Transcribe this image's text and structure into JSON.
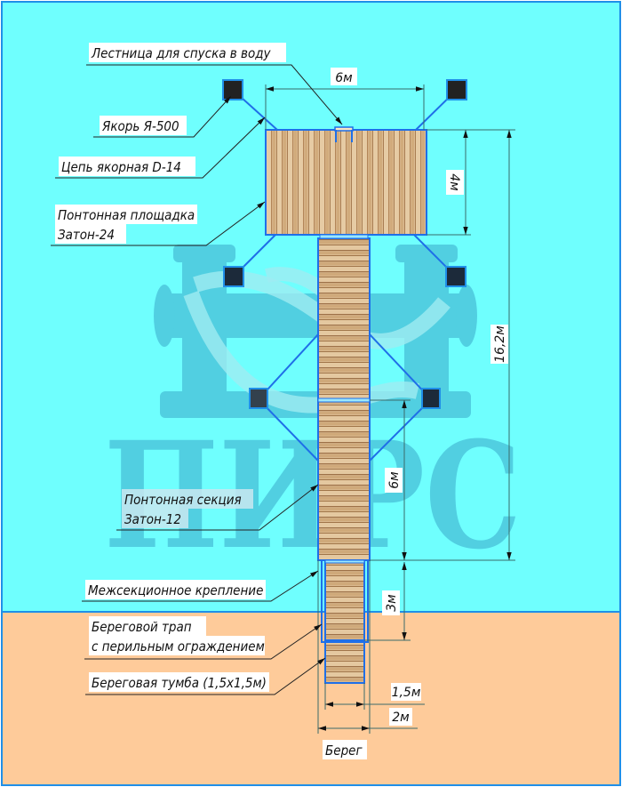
{
  "diagram": {
    "title": "Pier layout plan",
    "colors": {
      "water": "#6ffffe",
      "shore": "#fecb9a",
      "outline": "#1f6fe8",
      "anchor": "#222222",
      "watermark": "#4cc7dd",
      "dimension_line": "#3a6b6b",
      "wood_light": "#e2c39a",
      "wood_dark": "#b98d5e"
    },
    "watermark": {
      "text": "ПИРС",
      "icon": "bollard-with-rope-icon"
    },
    "callouts": {
      "ladder": "Лестница для спуска в воду",
      "anchor": "Якорь Я-500",
      "chain": "Цепь якорная D-14",
      "platform_line1": "Понтонная площадка",
      "platform_line2": "Затон-24",
      "section_line1": "Понтонная секция",
      "section_line2": "Затон-12",
      "joint": "Межсекционное крепление",
      "gangway_line1": "Береговой трап",
      "gangway_line2": "с перильным ограждением",
      "bollard": "Береговая тумба (1,5х1,5м)",
      "shore": "Берег"
    },
    "dimensions": {
      "platform_width": "6м",
      "platform_length": "4м",
      "total_length": "16,2м",
      "section_length": "6м",
      "gangway_length": "3м",
      "bollard_width": "1,5м",
      "gangway_width": "2м"
    },
    "components": [
      {
        "name": "Понтонная площадка Затон-24",
        "width_m": 6,
        "length_m": 4
      },
      {
        "name": "Понтонная секция Затон-12",
        "count": 2,
        "length_m": 6
      },
      {
        "name": "Береговой трап",
        "length_m": 3,
        "width_m": 2
      },
      {
        "name": "Береговая тумба",
        "width_m": 1.5,
        "length_m": 1.5
      },
      {
        "name": "Якорь Я-500",
        "count": 6
      }
    ]
  }
}
